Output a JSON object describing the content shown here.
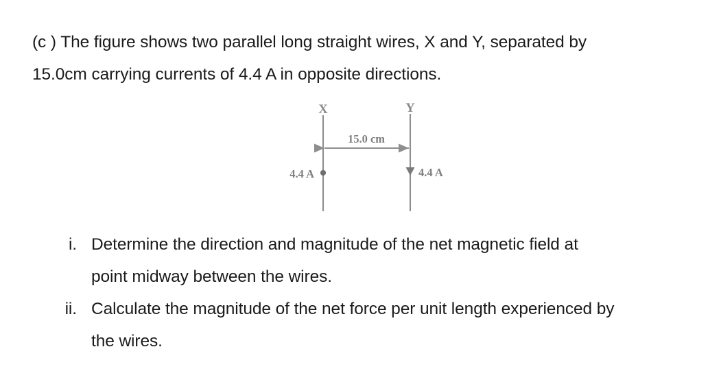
{
  "document": {
    "question_label": "(c )",
    "intro": {
      "line1": "(c ) The figure shows two parallel long straight wires, X and Y, separated by",
      "line2": "15.0cm carrying currents of 4.4 A in opposite directions."
    },
    "figure": {
      "caption_distance": "15.0 cm",
      "wire_left": {
        "label": "X",
        "current": "4.4 A",
        "direction_marker": "dot-out-of-page"
      },
      "wire_right": {
        "label": "Y",
        "current": "4.4 A",
        "direction_marker": "arrow-down"
      },
      "ink_color": "#8e8e8e"
    },
    "items": [
      {
        "marker": "i.",
        "line1": "Determine the direction and magnitude of the net magnetic field at",
        "line2": "point midway between the wires."
      },
      {
        "marker": "ii.",
        "line1": "Calculate the magnitude of the net force per unit length experienced by",
        "line2": "the wires."
      }
    ]
  }
}
